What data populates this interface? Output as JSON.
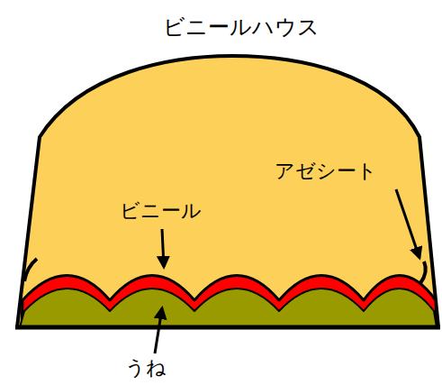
{
  "diagram": {
    "title": "ビニールハウス",
    "labels": [
      "アゼシート",
      "ビニール",
      "うね"
    ]
  }
}
